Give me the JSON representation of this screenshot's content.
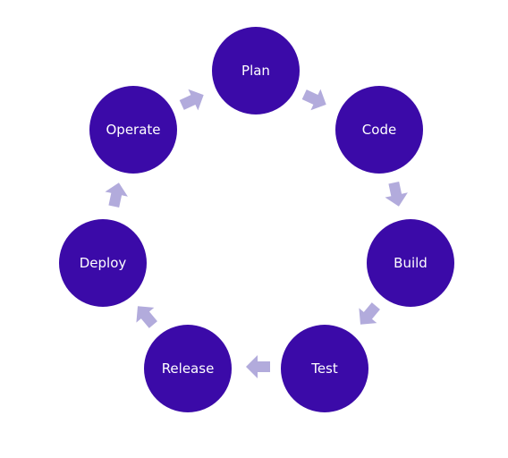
{
  "diagram": {
    "type": "cycle",
    "direction": "clockwise",
    "colors": {
      "node": "#3b0aa8",
      "arrow": "#b2abdc",
      "label": "#ffffff",
      "center_mark": "#ffffff"
    },
    "stages": [
      {
        "label": "Plan"
      },
      {
        "label": "Code"
      },
      {
        "label": "Build"
      },
      {
        "label": "Test"
      },
      {
        "label": "Release"
      },
      {
        "label": "Deploy"
      },
      {
        "label": "Operate"
      }
    ],
    "arrow_icon": "chevron-right-arrow",
    "center_icon": "triangle-mark"
  }
}
